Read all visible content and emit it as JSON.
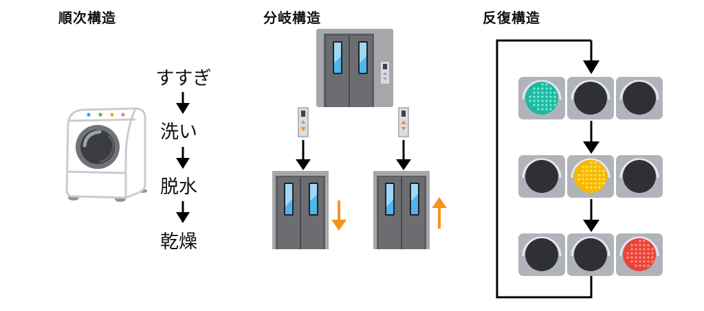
{
  "sections": {
    "sequential": {
      "title": "順次構造",
      "illustration": "washing-machine",
      "steps": [
        "すすぎ",
        "洗い",
        "脱水",
        "乾燥"
      ],
      "indicator_colors": [
        "#2fa8e0",
        "#5ab534",
        "#f4a31c",
        "#ea7a8c"
      ]
    },
    "branch": {
      "title": "分岐構造",
      "illustration": "elevator",
      "branches": [
        {
          "name": "down",
          "panel_lit": "down",
          "direction_arrow": "down"
        },
        {
          "name": "up",
          "panel_lit": "up",
          "direction_arrow": "up"
        }
      ],
      "arrow_color": "#f7931e",
      "window_color": "#4fb5ea"
    },
    "loop": {
      "title": "反復構造",
      "illustration": "traffic-light",
      "states": [
        {
          "lit": "green",
          "lamps": [
            "green",
            "off",
            "off"
          ]
        },
        {
          "lit": "yellow",
          "lamps": [
            "off",
            "yellow",
            "off"
          ]
        },
        {
          "lit": "red",
          "lamps": [
            "off",
            "off",
            "red"
          ]
        }
      ],
      "lamp_colors": {
        "green": "#1fb8a2",
        "yellow": "#f9b800",
        "red": "#e8443a",
        "off": "#2e3036"
      }
    }
  }
}
